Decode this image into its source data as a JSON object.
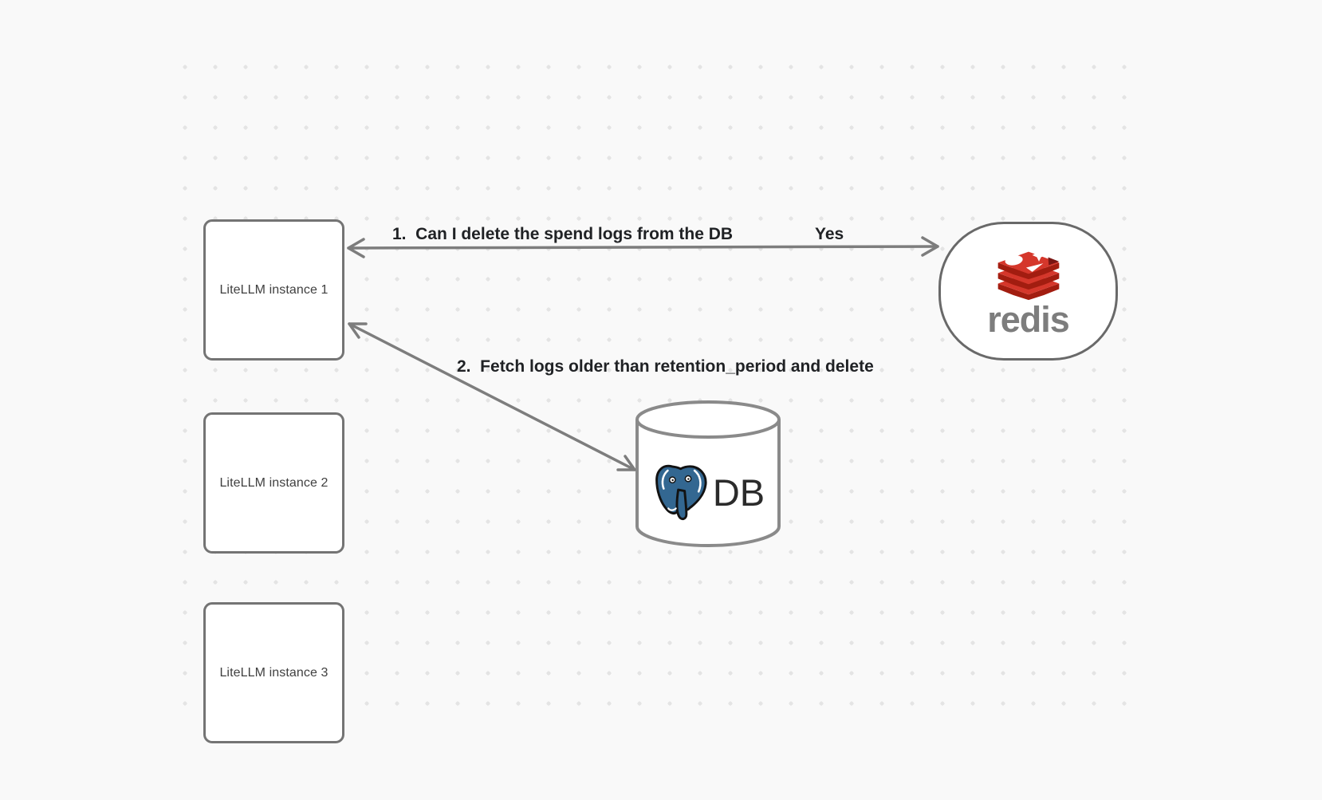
{
  "nodes": {
    "instance1": {
      "label": "LiteLLM instance 1"
    },
    "instance2": {
      "label": "LiteLLM instance 2"
    },
    "instance3": {
      "label": "LiteLLM instance 3"
    },
    "redis": {
      "label": "redis"
    },
    "db": {
      "label": "DB"
    }
  },
  "edges": {
    "e1": {
      "label": "1.  Can I delete the spend logs from the DB",
      "response": "Yes",
      "from": "redis",
      "to": "instance1",
      "bidirectional": true
    },
    "e2": {
      "label": "2.  Fetch logs older than retention_period and delete",
      "from": "instance1",
      "to": "db",
      "bidirectional": true
    }
  },
  "colors": {
    "canvas_bg": "#f9f9f9",
    "dot_grid": "#e4e4e4",
    "node_border": "#747474",
    "arrow_gray": "#7d7d7d",
    "label_text": "#202225",
    "redis_red": "#d5372b",
    "redis_red_dark": "#a21d10",
    "redis_wordmark_gray": "#7d7d7d",
    "postgres_blue": "#336791"
  },
  "icons": {
    "redis_logo": "redis-stacked-cubes",
    "postgres_logo": "postgresql-elephant",
    "db_shape": "database-cylinder"
  }
}
